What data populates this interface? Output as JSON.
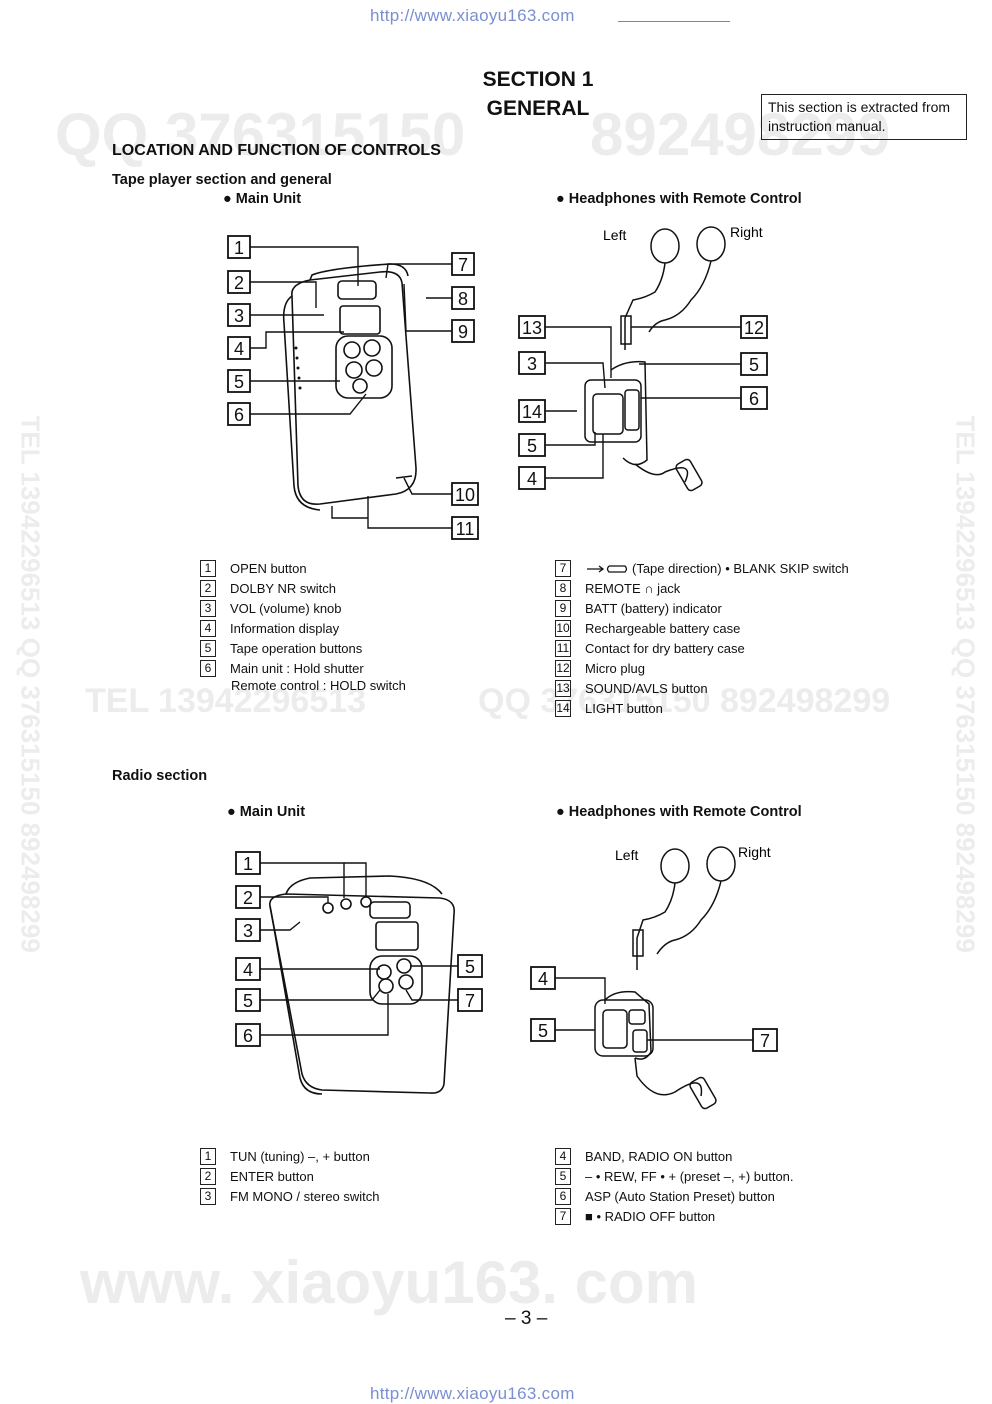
{
  "header_url": "http://www.xiaoyu163.com",
  "footer_url": "http://www.xiaoyu163.com",
  "section_line1": "SECTION 1",
  "section_line2": "GENERAL",
  "extract_note": "This section is extracted from instruction manual.",
  "location_heading": "LOCATION AND FUNCTION OF CONTROLS",
  "tape_heading": "Tape player section and general",
  "radio_heading": "Radio section",
  "bullet_main_unit": "● Main Unit",
  "bullet_headphones": "● Headphones with Remote Control",
  "label_left": "Left",
  "label_right": "Right",
  "watermarks": {
    "qq1": "QQ 376315150",
    "qq2": "892498299",
    "tel_mid": "TEL 13942296513",
    "qq_mid": "QQ 376315150 892498299",
    "vertical": "TEL 13942296513 QQ 376315150 892498299",
    "www": "www. xiaoyu163. com"
  },
  "tape_legend_left": [
    {
      "n": "1",
      "text": "OPEN button"
    },
    {
      "n": "2",
      "text": "DOLBY NR switch"
    },
    {
      "n": "3",
      "text": "VOL (volume) knob"
    },
    {
      "n": "4",
      "text": "Information display"
    },
    {
      "n": "5",
      "text": "Tape operation buttons"
    },
    {
      "n": "6",
      "text": "Main unit  : Hold shutter"
    }
  ],
  "tape_legend_left_extra": "Remote control : HOLD switch",
  "tape_legend_right": [
    {
      "n": "7",
      "text": "(Tape direction) • BLANK SKIP switch"
    },
    {
      "n": "8",
      "text": "REMOTE ∩ jack"
    },
    {
      "n": "9",
      "text": "BATT (battery) indicator"
    },
    {
      "n": "10",
      "text": "Rechargeable battery case"
    },
    {
      "n": "11",
      "text": "Contact for dry battery case"
    },
    {
      "n": "12",
      "text": "Micro plug"
    },
    {
      "n": "13",
      "text": "SOUND/AVLS button"
    },
    {
      "n": "14",
      "text": "LIGHT button"
    }
  ],
  "radio_legend_left": [
    {
      "n": "1",
      "text": "TUN (tuning) –, + button"
    },
    {
      "n": "2",
      "text": "ENTER button"
    },
    {
      "n": "3",
      "text": "FM MONO / stereo switch"
    }
  ],
  "radio_legend_right": [
    {
      "n": "4",
      "text": "BAND, RADIO ON  button"
    },
    {
      "n": "5",
      "text": "– • REW, FF • + (preset –, +) button."
    },
    {
      "n": "6",
      "text": "ASP (Auto Station Preset) button"
    },
    {
      "n": "7",
      "text": "■ • RADIO OFF button"
    }
  ],
  "diagram_tape_main_callouts": [
    "1",
    "2",
    "3",
    "4",
    "5",
    "6",
    "7",
    "8",
    "9",
    "10",
    "11"
  ],
  "diagram_tape_remote_callouts": [
    "13",
    "3",
    "14",
    "5",
    "4",
    "12",
    "5",
    "6"
  ],
  "diagram_radio_main_callouts": [
    "1",
    "2",
    "3",
    "4",
    "5",
    "6",
    "5",
    "7"
  ],
  "diagram_radio_remote_callouts": [
    "4",
    "5",
    "7"
  ],
  "page_number": "– 3 –"
}
